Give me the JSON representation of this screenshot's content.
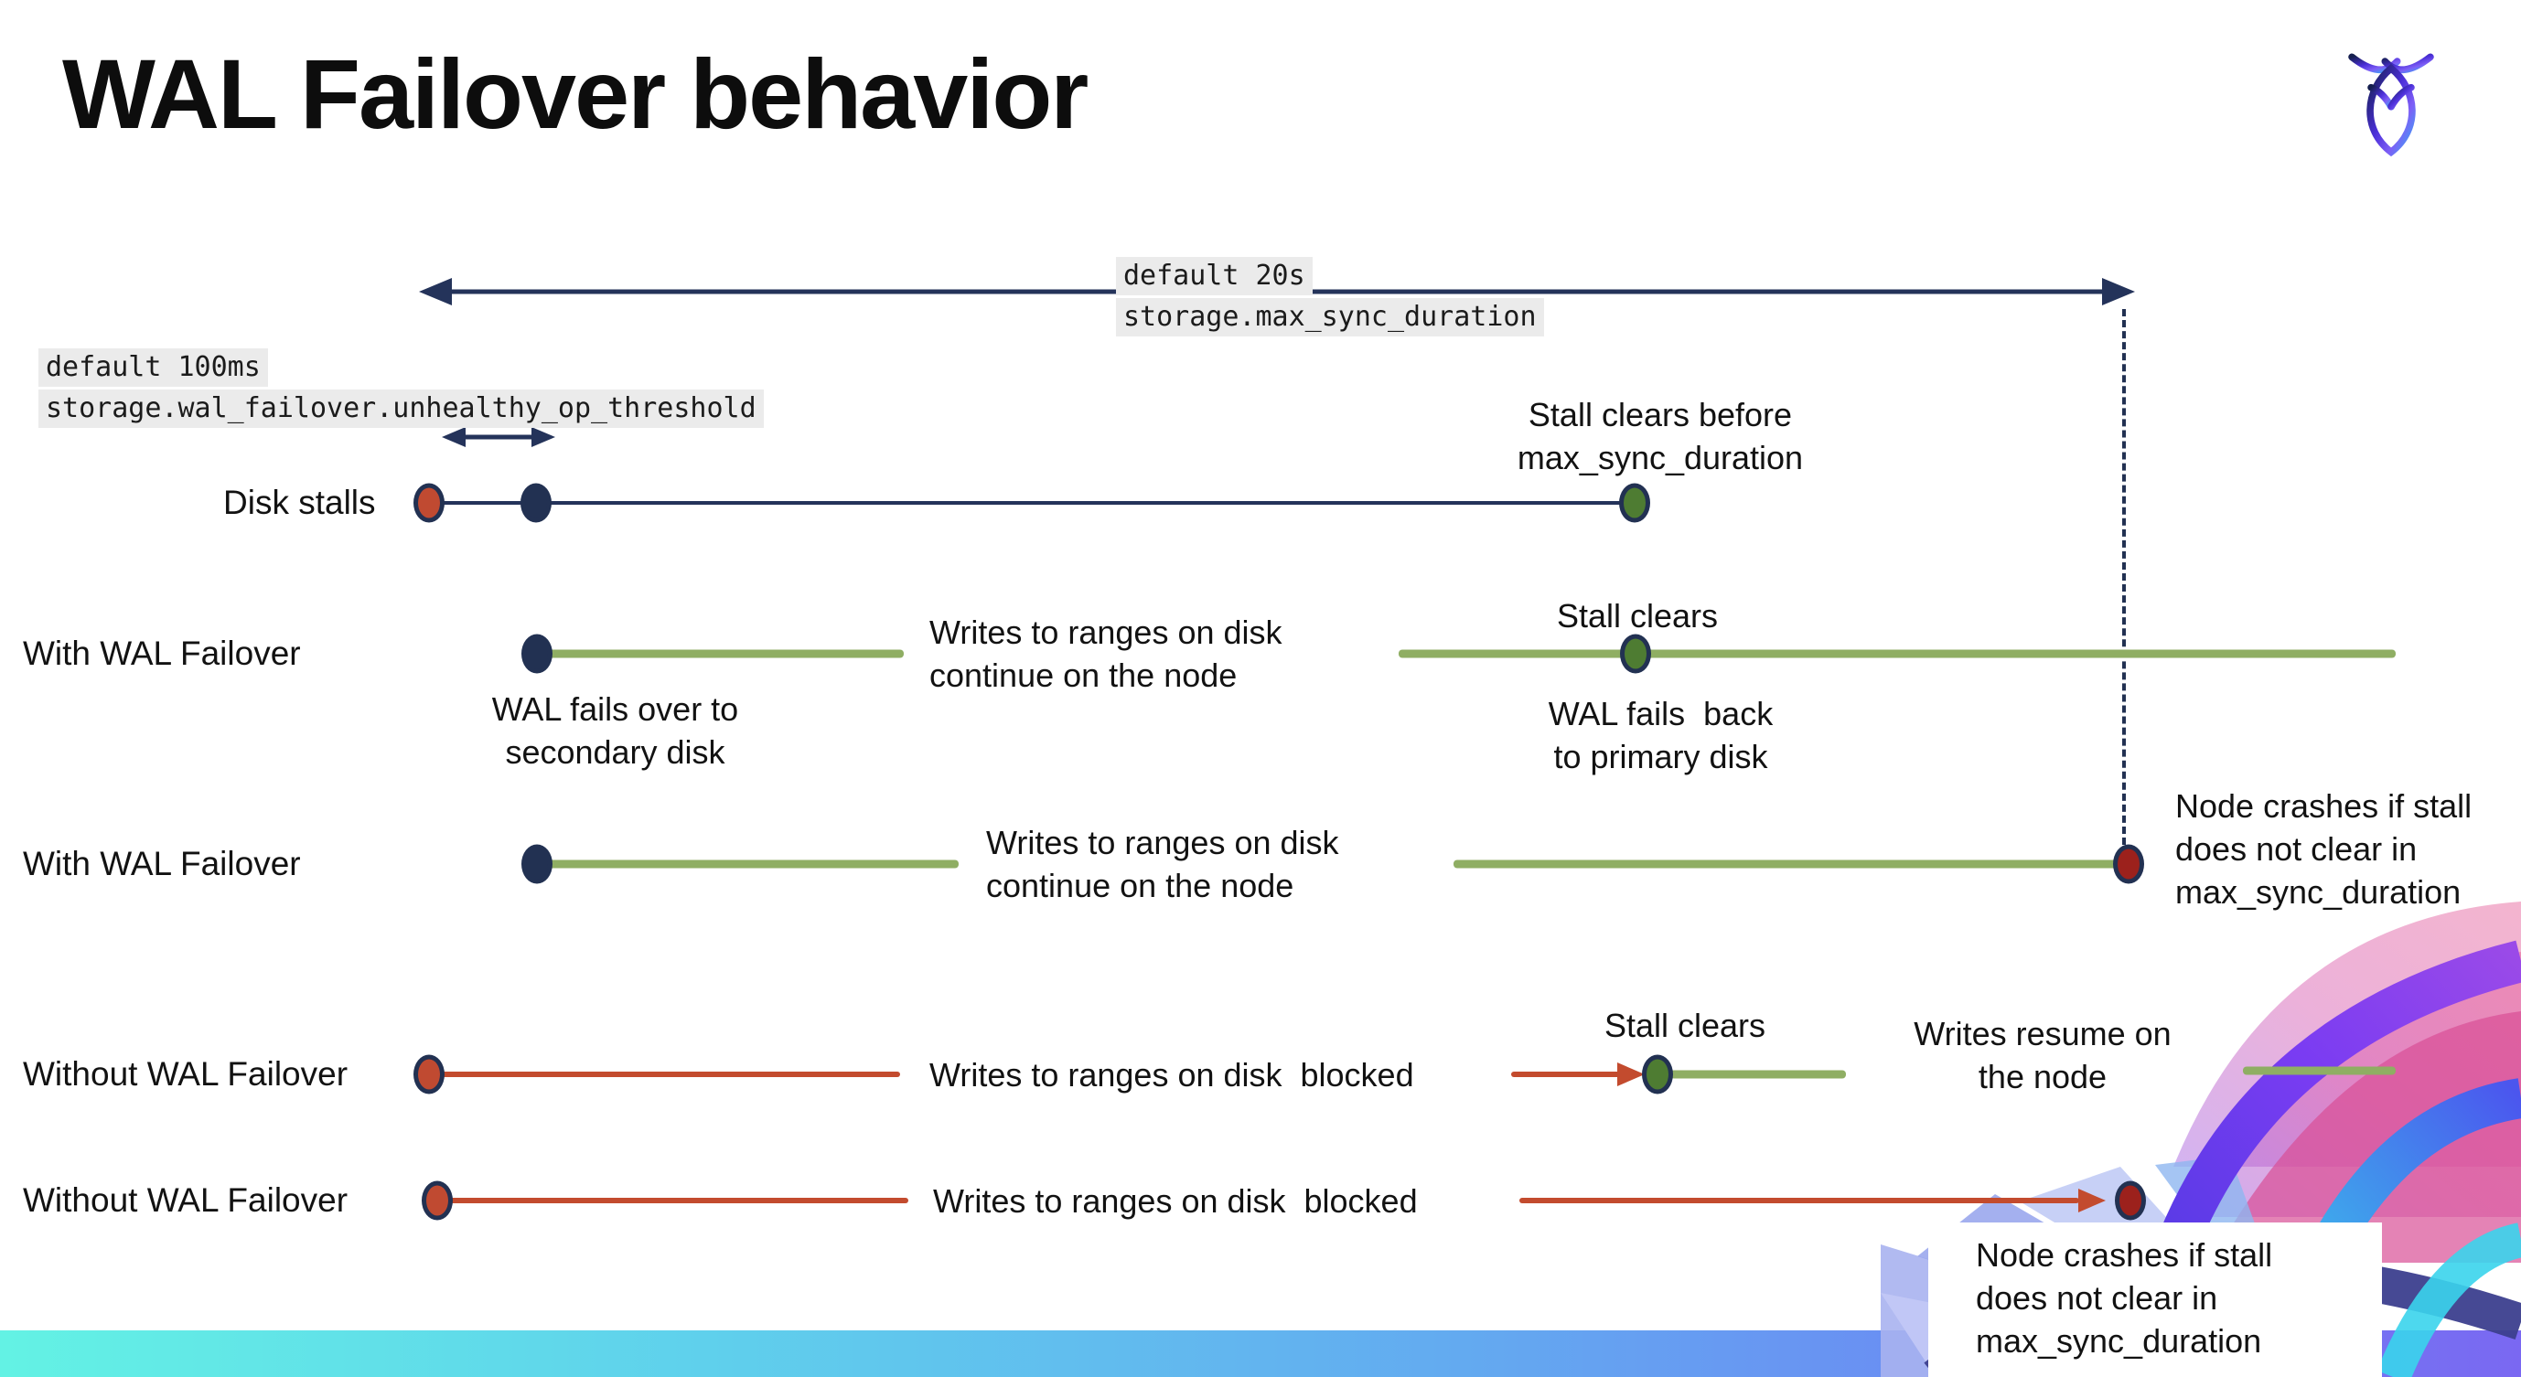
{
  "title": "WAL Failover behavior",
  "logo": "cockroachdb-logo",
  "colors": {
    "navy": "#223152",
    "green_line": "#8fae63",
    "green_dot": "#4e7c32",
    "red_line": "#c34b2e",
    "red_dot": "#c04a31",
    "dark_red_dot": "#9c211c",
    "code_background": "#ebebeb",
    "bottom_bar_gradient": [
      "#63f2e4",
      "#63aaf0",
      "#7a68f2"
    ]
  },
  "labels": {
    "max_sync_default": "default 20s",
    "max_sync_setting": "storage.max_sync_duration",
    "threshold_default": "default 100ms",
    "threshold_setting": "storage.wal_failover.unhealthy_op_threshold"
  },
  "rows": {
    "disk_stalls": {
      "label": "Disk stalls",
      "stall_clears_note": "Stall clears before\nmax_sync_duration"
    },
    "with_failover_1": {
      "label": "With WAL Failover",
      "failover_note": "WAL fails over to\nsecondary disk",
      "writes_note": "Writes to ranges on disk\ncontinue on the node",
      "stall_clears": "Stall clears",
      "failback_note": "WAL fails  back\nto primary disk"
    },
    "with_failover_2": {
      "label": "With WAL Failover",
      "writes_note": "Writes to ranges on disk\ncontinue on the node",
      "crash_note": "Node crashes if stall\ndoes not clear in\nmax_sync_duration"
    },
    "without_failover_1": {
      "label": "Without WAL Failover",
      "writes_note": "Writes to ranges on disk  blocked",
      "stall_clears": "Stall clears",
      "resume_note": "Writes resume on\nthe node"
    },
    "without_failover_2": {
      "label": "Without WAL Failover",
      "writes_note": "Writes to ranges on disk  blocked",
      "crash_note": "Node crashes if stall\ndoes not clear in\nmax_sync_duration"
    }
  }
}
